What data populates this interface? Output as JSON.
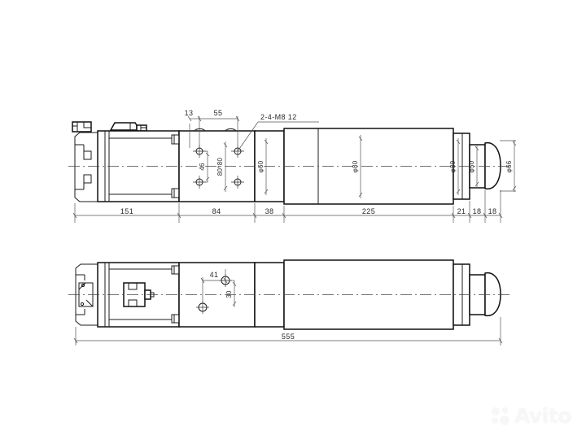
{
  "drawing": {
    "type": "mechanical-engineering-drawing",
    "subject": "electric linear actuator / tubular cylinder",
    "views": [
      {
        "id": "top-view",
        "name": "side elevation (upper view)"
      },
      {
        "id": "bottom-view",
        "name": "plan / rotated view (lower view)"
      }
    ],
    "annotations": {
      "thread_callout": "2-4-M8 12"
    },
    "linear_dimensions_top": [
      {
        "label": "13",
        "id": "dim-13"
      },
      {
        "label": "55",
        "id": "dim-55"
      },
      {
        "label": "151",
        "id": "dim-151"
      },
      {
        "label": "84",
        "id": "dim-84"
      },
      {
        "label": "38",
        "id": "dim-38"
      },
      {
        "label": "225",
        "id": "dim-225"
      },
      {
        "label": "21",
        "id": "dim-21"
      },
      {
        "label": "18",
        "id": "dim-18a"
      },
      {
        "label": "18",
        "id": "dim-18b"
      }
    ],
    "vertical_dimensions_top": [
      {
        "label": "46",
        "id": "dim-46"
      },
      {
        "label": "80*80",
        "id": "dim-80x80"
      }
    ],
    "diameters": [
      {
        "label": "φ60",
        "id": "dia-60"
      },
      {
        "label": "φ80",
        "id": "dia-80a"
      },
      {
        "label": "φ80",
        "id": "dia-80b"
      },
      {
        "label": "φ50",
        "id": "dia-50"
      },
      {
        "label": "φ66",
        "id": "dia-66"
      }
    ],
    "bottom_view_dimensions": [
      {
        "label": "41",
        "id": "dim-41"
      },
      {
        "label": "30",
        "id": "dim-30"
      },
      {
        "label": "555",
        "id": "dim-555"
      }
    ],
    "colors": {
      "background": "#ffffff",
      "outline": "#1b1b1b",
      "dimension": "#555555",
      "centerline": "#444444",
      "watermark": "#f2f2f2"
    }
  },
  "watermark": {
    "text": "Avito"
  }
}
